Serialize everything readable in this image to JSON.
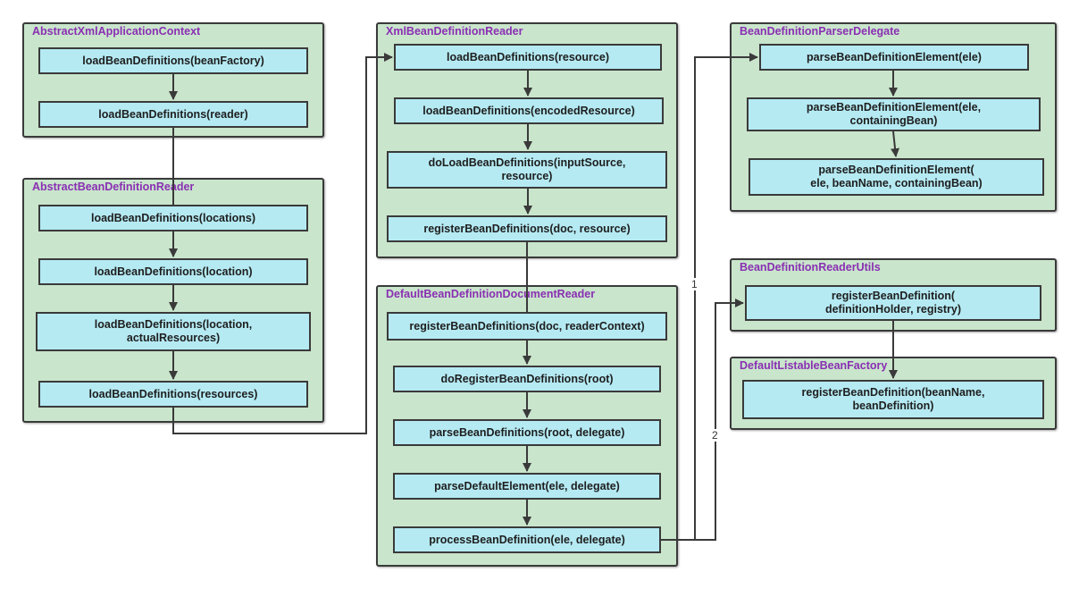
{
  "colors": {
    "group_fill": "#c9e5cc",
    "node_fill": "#b5eaf3",
    "title_color": "#8a2fb3",
    "line_color": "#3a3a3a"
  },
  "groups": {
    "axac": {
      "title": "AbstractXmlApplicationContext"
    },
    "abdr": {
      "title": "AbstractBeanDefinitionReader"
    },
    "xbdr": {
      "title": "XmlBeanDefinitionReader"
    },
    "dbddr": {
      "title": "DefaultBeanDefinitionDocumentReader"
    },
    "bdpd": {
      "title": "BeanDefinitionParserDelegate"
    },
    "bdru": {
      "title": "BeanDefinitionReaderUtils"
    },
    "dlbf": {
      "title": "DefaultListableBeanFactory"
    }
  },
  "nodes": {
    "axac_1": "loadBeanDefinitions(beanFactory)",
    "axac_2": "loadBeanDefinitions(reader)",
    "abdr_1": "loadBeanDefinitions(locations)",
    "abdr_2": "loadBeanDefinitions(location)",
    "abdr_3": "loadBeanDefinitions(location,\nactualResources)",
    "abdr_4": "loadBeanDefinitions(resources)",
    "xbdr_1": "loadBeanDefinitions(resource)",
    "xbdr_2": "loadBeanDefinitions(encodedResource)",
    "xbdr_3": "doLoadBeanDefinitions(inputSource,\nresource)",
    "xbdr_4": "registerBeanDefinitions(doc, resource)",
    "dbddr_1": "registerBeanDefinitions(doc, readerContext)",
    "dbddr_2": "doRegisterBeanDefinitions(root)",
    "dbddr_3": "parseBeanDefinitions(root,  delegate)",
    "dbddr_4": "parseDefaultElement(ele, delegate)",
    "dbddr_5": "processBeanDefinition(ele, delegate)",
    "bdpd_1": "parseBeanDefinitionElement(ele)",
    "bdpd_2": "parseBeanDefinitionElement(ele,\ncontainingBean)",
    "bdpd_3": "parseBeanDefinitionElement(\nele, beanName, containingBean)",
    "bdru_1": "registerBeanDefinition(\ndefinitionHolder, registry)",
    "dlbf_1": "registerBeanDefinition(beanName,\nbeanDefinition)"
  },
  "edge_labels": {
    "to_delegate": "1",
    "to_utils": "2"
  }
}
